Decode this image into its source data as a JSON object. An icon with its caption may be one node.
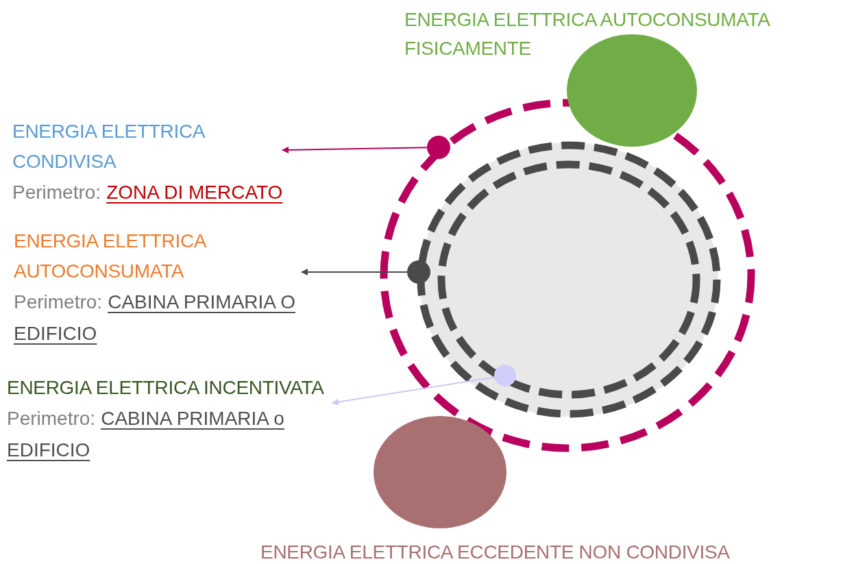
{
  "diagram": {
    "nodes": [
      {
        "text": [
          "ENERGIA ELETTRICA AUTOCONSUMATA FISICAMENTE"
        ]
      },
      {
        "text": [
          "ENERGIA ELETTRICA CONDIVISA",
          "Perimetro:",
          "ZONA DI MERCATO"
        ]
      },
      {
        "text": [
          "ENERGIA ELETTRICA AUTOCONSUMATA",
          "Perimetro:",
          "CABINA PRIMARIA O EDIFICIO"
        ]
      },
      {
        "text": [
          "ENERGIA ELETTRICA INCENTIVATA",
          "Perimetro:",
          "CABINA PRIMARIA o EDIFICIO"
        ]
      },
      {
        "text": [],
        "shape": "circle"
      },
      {
        "text": [],
        "shape": "circle"
      },
      {
        "text": [],
        "shape": "circle"
      },
      {
        "text": [
          "ENERGIA ELETTRICA ECCEDENTE NON CONDIVISA"
        ]
      }
    ],
    "edges": [
      {
        "from": 4,
        "to": 1,
        "arrow": "to",
        "color": "#b8005c"
      },
      {
        "from": 5,
        "to": 2,
        "arrow": "to",
        "color": "#4a4a4a"
      },
      {
        "from": 6,
        "to": 3,
        "arrow": "to",
        "color": "#c9c9f7"
      }
    ]
  }
}
